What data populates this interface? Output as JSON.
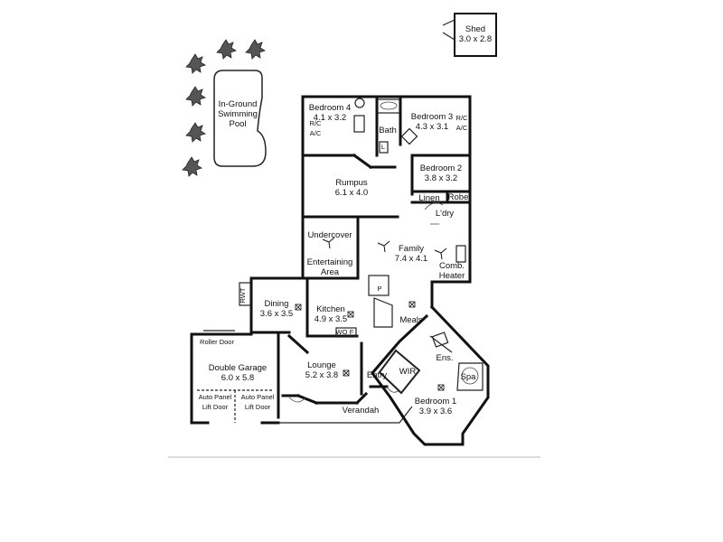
{
  "rooms": [
    {
      "id": "shed",
      "name": "Shed",
      "dims": "3.0 x 2.8"
    },
    {
      "id": "pool",
      "name": "In-Ground\nSwimming\nPool",
      "dims": ""
    },
    {
      "id": "bed4",
      "name": "Bedroom 4",
      "dims": "4.1 x 3.2"
    },
    {
      "id": "bed3",
      "name": "Bedroom 3",
      "dims": "4.3 x 3.1"
    },
    {
      "id": "bath",
      "name": "Bath",
      "dims": ""
    },
    {
      "id": "bed2",
      "name": "Bedroom 2",
      "dims": "3.8 x 3.2"
    },
    {
      "id": "rumpus",
      "name": "Rumpus",
      "dims": "6.1 x 4.0"
    },
    {
      "id": "linen",
      "name": "Linen",
      "dims": ""
    },
    {
      "id": "robe",
      "name": "Robe",
      "dims": ""
    },
    {
      "id": "ldry",
      "name": "L'dry",
      "dims": ""
    },
    {
      "id": "undercover",
      "name": "Undercover",
      "dims": ""
    },
    {
      "id": "entertaining",
      "name": "Entertaining\nArea",
      "dims": ""
    },
    {
      "id": "family",
      "name": "Family",
      "dims": "7.4 x 4.1"
    },
    {
      "id": "heater",
      "name": "Comb.\nHeater",
      "dims": ""
    },
    {
      "id": "dining",
      "name": "Dining",
      "dims": "3.6 x 3.5"
    },
    {
      "id": "kitchen",
      "name": "Kitchen",
      "dims": "4.9 x 3.5"
    },
    {
      "id": "meals",
      "name": "Meals",
      "dims": ""
    },
    {
      "id": "garage",
      "name": "Double Garage",
      "dims": "6.0 x 5.8"
    },
    {
      "id": "lounge",
      "name": "Lounge",
      "dims": "5.2 x 3.8"
    },
    {
      "id": "entry",
      "name": "Entry",
      "dims": ""
    },
    {
      "id": "wir",
      "name": "WIR",
      "dims": ""
    },
    {
      "id": "ens",
      "name": "Ens.",
      "dims": ""
    },
    {
      "id": "spa",
      "name": "Spa",
      "dims": ""
    },
    {
      "id": "bed1",
      "name": "Bedroom 1",
      "dims": "3.9 x 3.6"
    },
    {
      "id": "verandah",
      "name": "Verandah",
      "dims": ""
    }
  ],
  "labels": {
    "rwt": "RWT",
    "roller_door": "Roller Door",
    "auto_door_left": "Auto Panel\nLift Door",
    "auto_door_right": "Auto Panel\nLift Door",
    "rc_ac_bed4": "R/C\nA/C",
    "rc_ac_bed3": "R/C\nA/C",
    "pantry": "P",
    "wo": "WO",
    "fridge": "F",
    "laundry_l": "L"
  }
}
